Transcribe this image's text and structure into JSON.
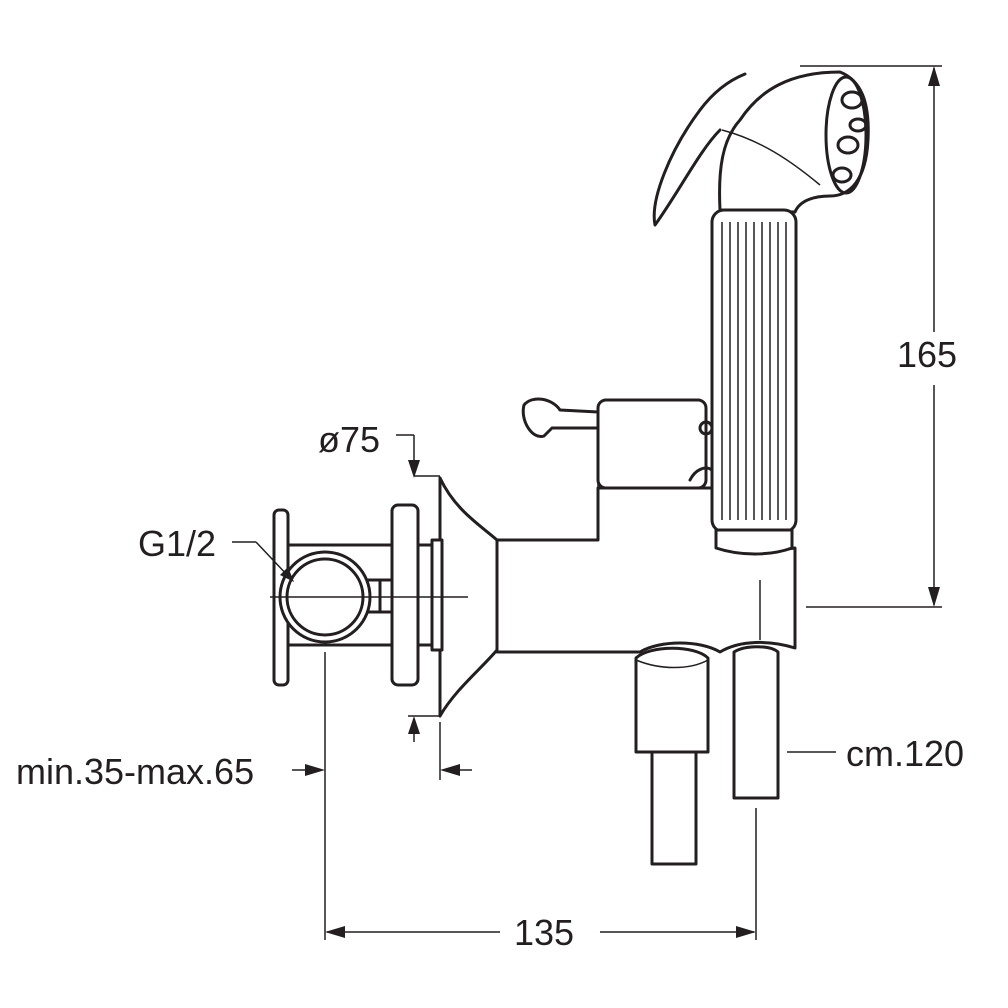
{
  "dimensions": {
    "height_label": "165",
    "diameter_label": "ø75",
    "thread_label": "G1/2",
    "wall_depth_label": "min.35-max.65",
    "hose_length_label": "cm.120",
    "width_label": "135"
  },
  "colors": {
    "line": "#231f20",
    "background": "#ffffff"
  }
}
